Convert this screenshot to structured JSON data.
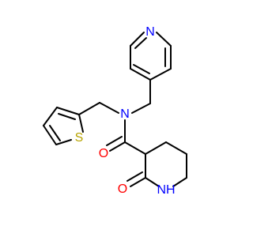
{
  "molecule": {
    "atoms": {
      "N_pyridine": {
        "label": "N",
        "color": "#0000ff"
      },
      "N_amide": {
        "label": "N",
        "color": "#0000ff"
      },
      "S_thiophene": {
        "label": "S",
        "color": "#b8a400"
      },
      "O_amide": {
        "label": "O",
        "color": "#ff0000"
      },
      "O_lactam": {
        "label": "O",
        "color": "#ff0000"
      },
      "NH_lactam": {
        "label": "NH",
        "color": "#0000ff"
      }
    },
    "colors": {
      "bond": "#000000",
      "background": "#ffffff"
    }
  }
}
